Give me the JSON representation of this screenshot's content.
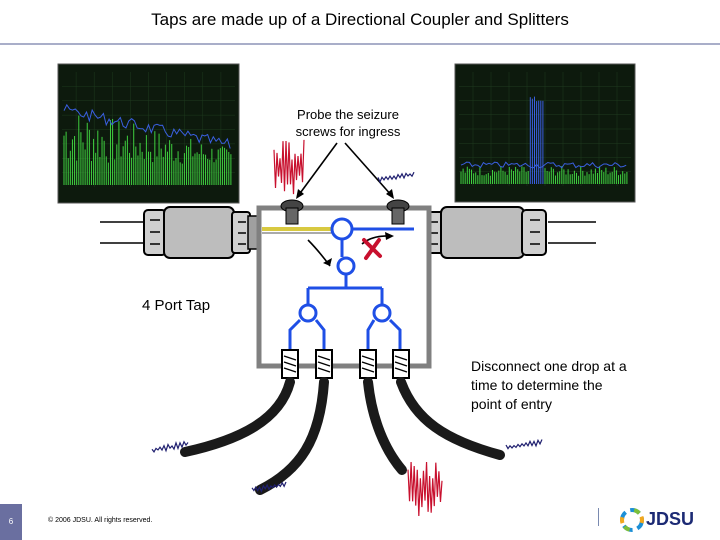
{
  "title": "Taps are made up of a Directional Coupler and Splitters",
  "callouts": {
    "probe": [
      "Probe the seizure",
      "screws for ingress"
    ],
    "tap_label": "4 Port Tap",
    "disconnect": [
      "Disconnect one drop at a",
      "time to determine the",
      "point of entry"
    ]
  },
  "footer": {
    "page_number": "6",
    "copyright": "© 2006 JDSU. All rights reserved.",
    "brand": "JDSU"
  },
  "colors": {
    "spectrum_bg": "#0d1a0d",
    "spectrum_green": "#3fcf3f",
    "spectrum_blue": "#3a5fe0",
    "circuit": "#1f4fe6",
    "tap_body": "#808080",
    "ingress_red": "#c8102e",
    "brand_blue": "#1c2a74"
  },
  "icons": [
    "spectrum-analyzer-screen",
    "coax-connector",
    "seizure-screw",
    "splitter",
    "ingress-noise",
    "jdsu-logo"
  ]
}
